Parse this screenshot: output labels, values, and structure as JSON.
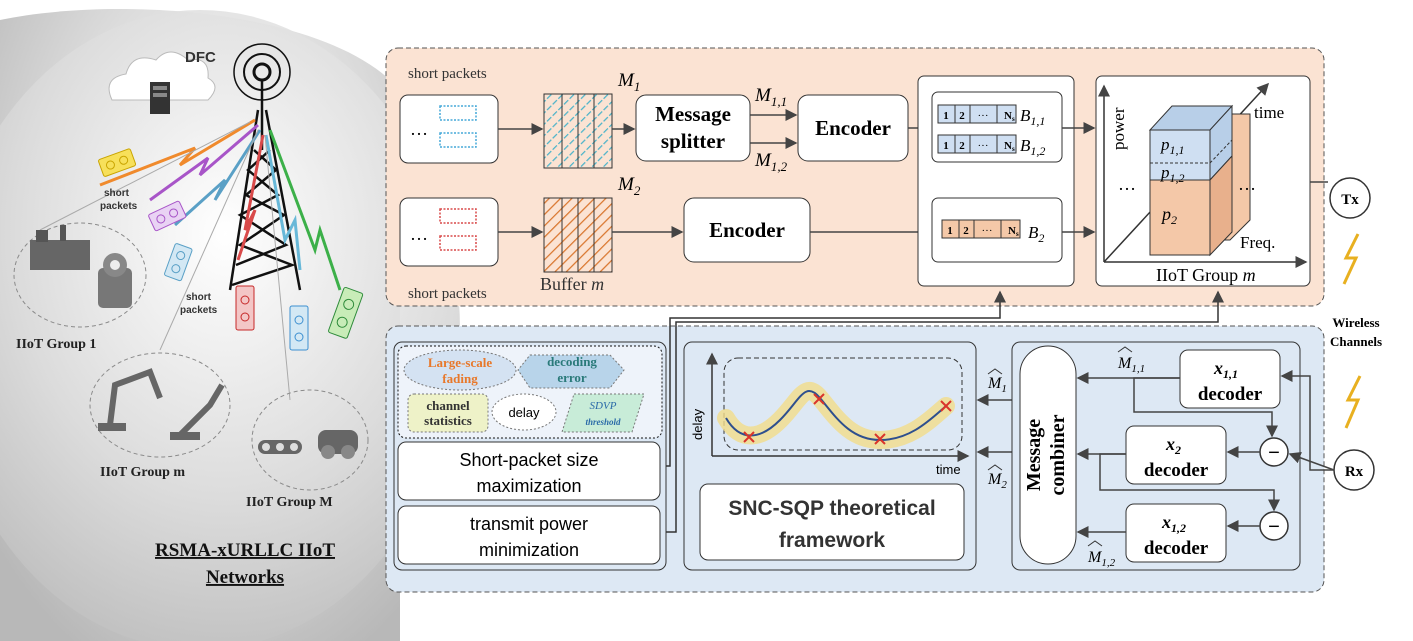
{
  "left": {
    "dfc": "DFC",
    "short_packets_a": "short",
    "short_packets_a2": "packets",
    "short_packets_b": "short",
    "short_packets_b2": "packets",
    "group1": "IIoT Group 1",
    "groupm": "IIoT Group m",
    "groupM": "IIoT Group M",
    "title1": "RSMA-xURLLC IIoT",
    "title2": "Networks"
  },
  "tx_panel": {
    "short_packets_top": "short packets",
    "short_packets_bottom": "short packets",
    "ellipsis": "…",
    "m1": "M",
    "m1_sub": "1",
    "m2": "M",
    "m2_sub": "2",
    "m11": "M",
    "m11_sub": "1,1",
    "m12": "M",
    "m12_sub": "1,2",
    "splitter1": "Message",
    "splitter2": "splitter",
    "encoder1": "Encoder",
    "encoder2": "Encoder",
    "buffer": "Buffer",
    "buffer_m": "m",
    "cells": [
      "1",
      "2",
      "···",
      "N"
    ],
    "cell_sub": "s",
    "b11": "B",
    "b11_sub": "1,1",
    "b12": "B",
    "b12_sub": "1,2",
    "b2": "B",
    "b2_sub": "2",
    "power": "power",
    "time": "time",
    "freq": "Freq.",
    "p11": "p",
    "p11_sub": "1,1",
    "p12": "p",
    "p12_sub": "1,2",
    "p2": "p",
    "p2_sub": "2",
    "dots": "…",
    "group": "IIoT Group",
    "group_m": "m",
    "tx": "Tx",
    "rx": "Rx",
    "wireless1": "Wireless",
    "wireless2": "Channels"
  },
  "bottom_panel": {
    "tag_large1": "Large-scale",
    "tag_large2": "fading",
    "tag_decode1": "decoding",
    "tag_decode2": "error",
    "tag_channel1": "channel",
    "tag_channel2": "statistics",
    "tag_delay": "delay",
    "tag_sdvp1": "SDVP",
    "tag_sdvp2": "threshold",
    "opt1_a": "Short-packet size",
    "opt1_b": "maximization",
    "opt2_a": "transmit power",
    "opt2_b": "minimization",
    "plot_y": "delay",
    "plot_x": "time",
    "snc1": "SNC-SQP theoretical",
    "snc2": "framework",
    "combiner1": "Message",
    "combiner2": "combiner",
    "mhat": "M",
    "mhat1_sub": "1",
    "mhat2_sub": "2",
    "mhat11_sub": "1,1",
    "mhat12_sub": "1,2",
    "dec_x": "x",
    "dec1_sub": "1,1",
    "dec2_sub": "2",
    "dec3_sub": "1,2",
    "decoder": "decoder",
    "minus": "−"
  },
  "colors": {
    "orange_panel": "#fbe3d3",
    "blue_panel": "#dde8f4",
    "box_blue": "#cfdff2",
    "box_orange": "#f4c8a8",
    "curve": "#2e4f8e",
    "glow": "#f2dc8a",
    "cross": "#d9342b"
  }
}
